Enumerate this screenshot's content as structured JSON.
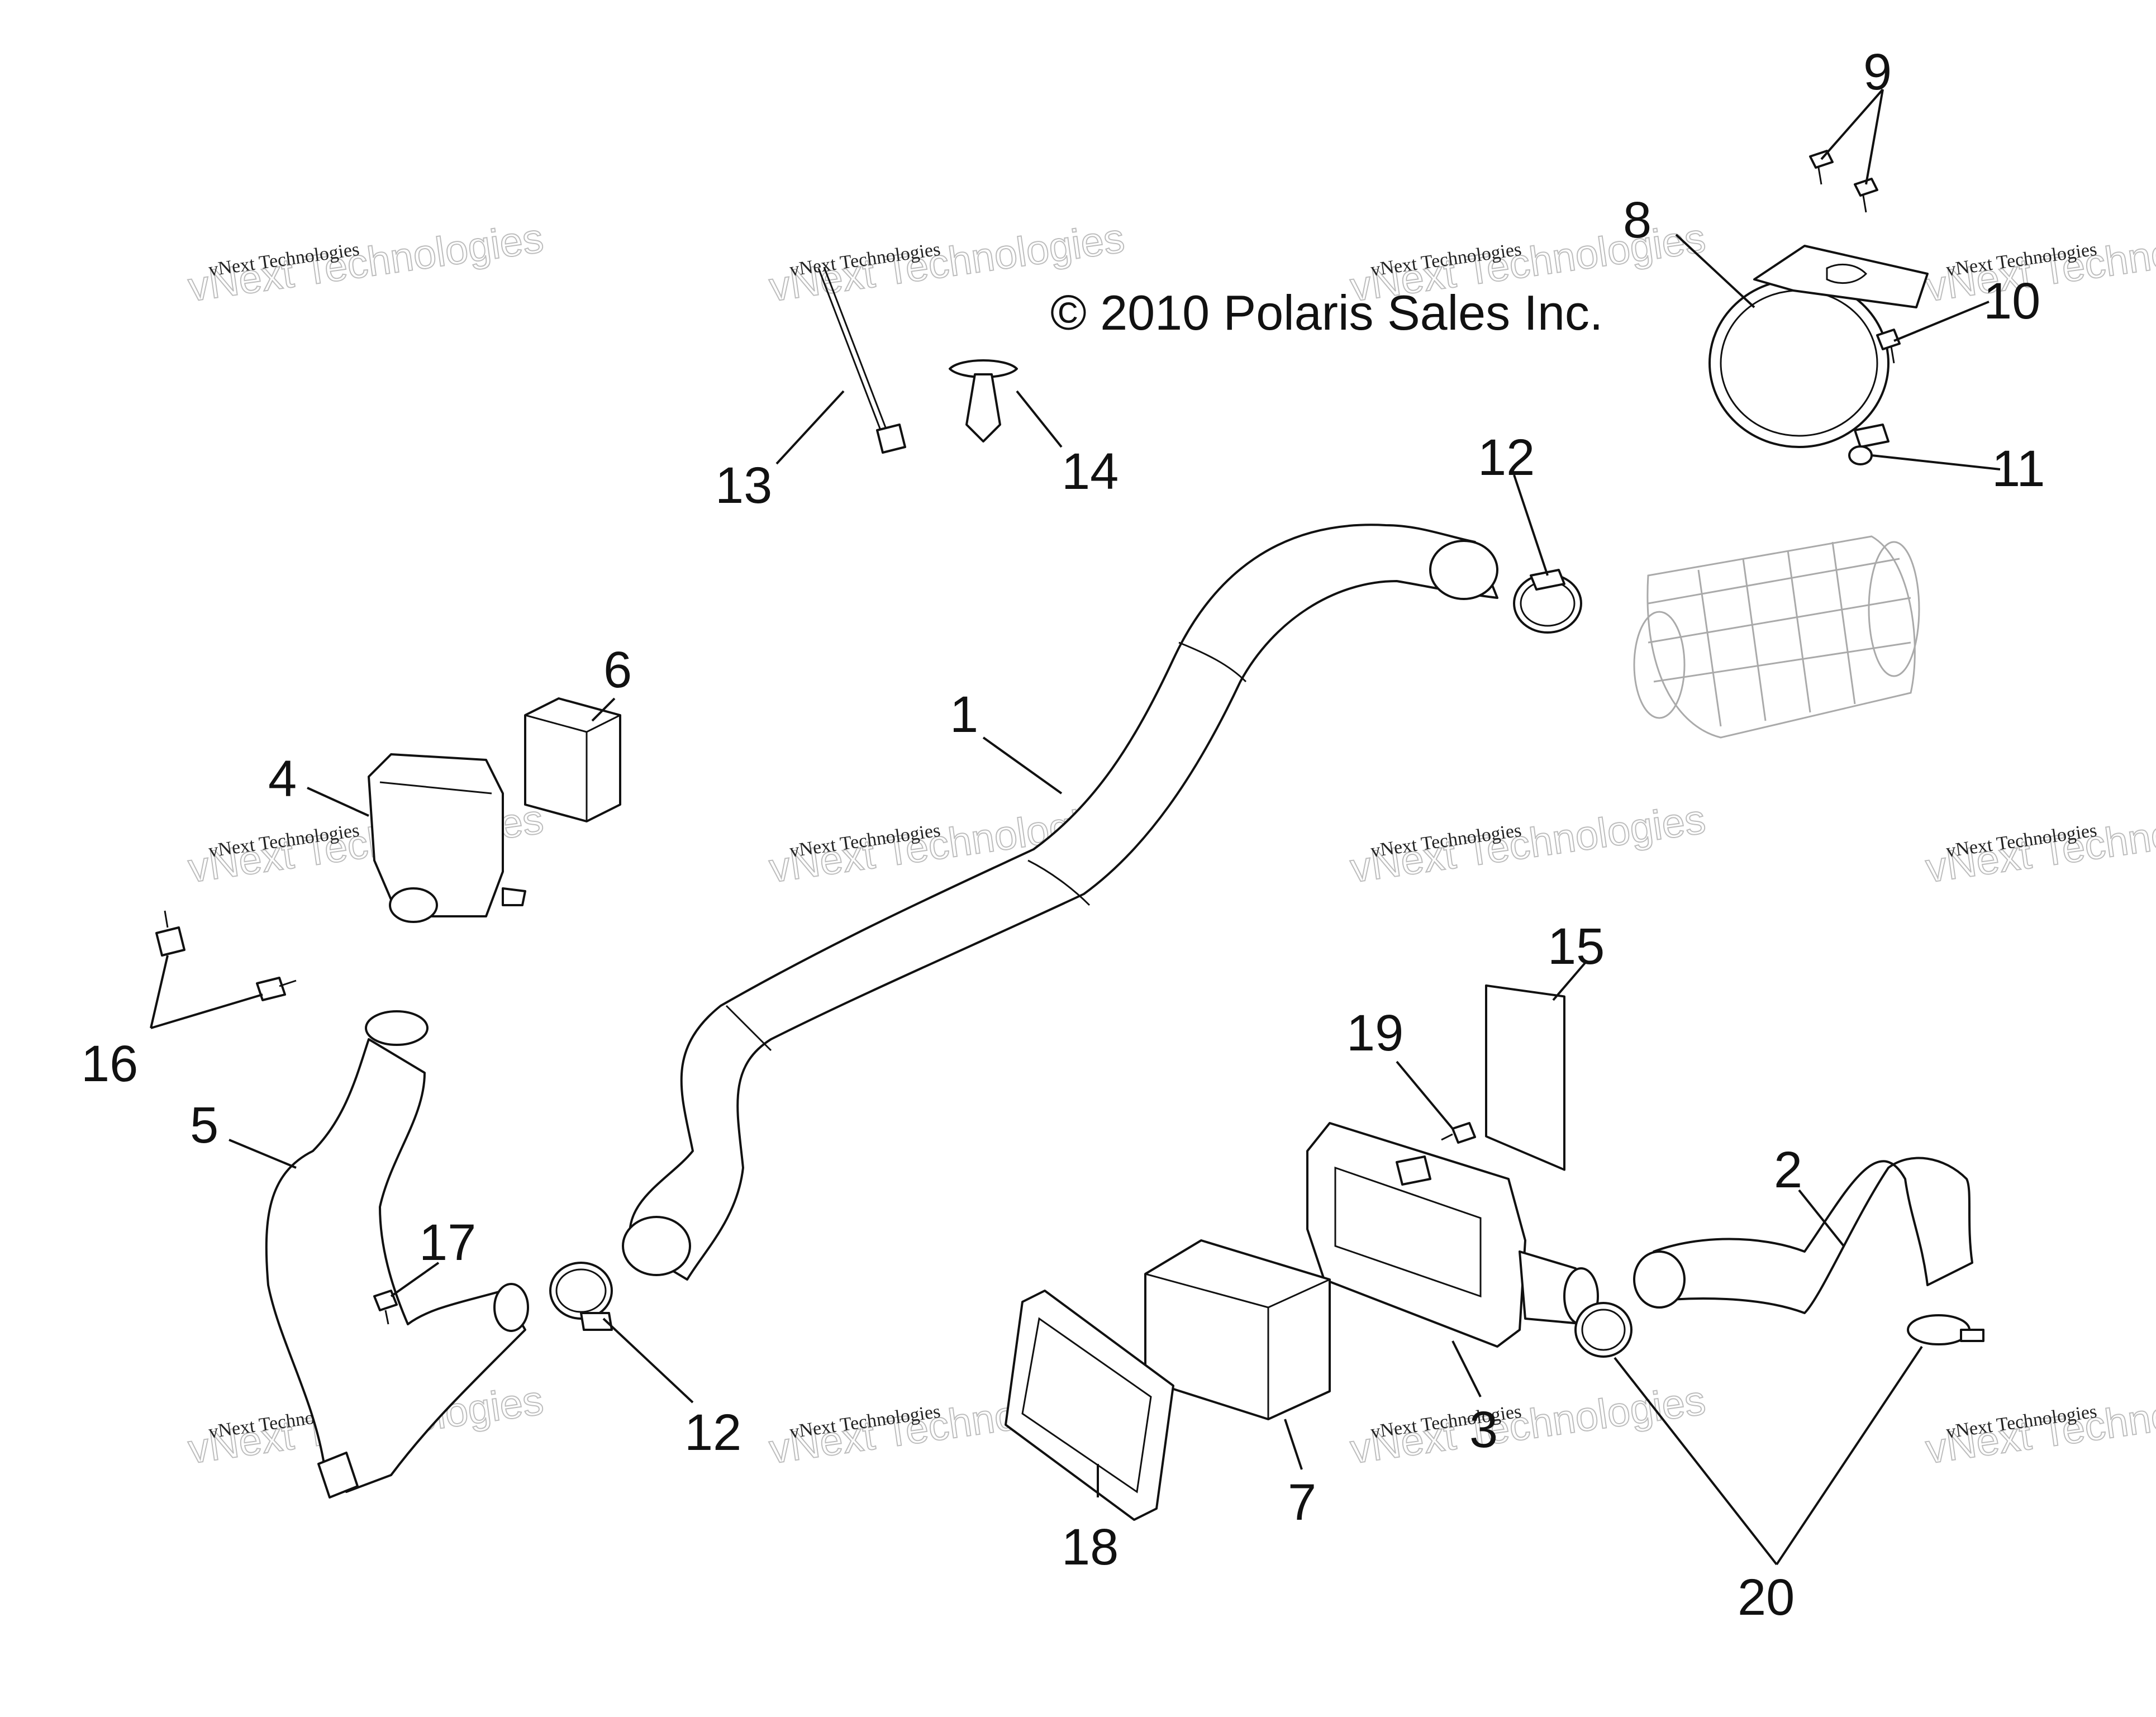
{
  "copyright": "© 2010 Polaris Sales Inc.",
  "watermark": {
    "line1": "vNext Technologies",
    "line2": "vNext Technologies"
  },
  "callouts": {
    "c1": "1",
    "c2": "2",
    "c3": "3",
    "c4": "4",
    "c5": "5",
    "c6": "6",
    "c7": "7",
    "c8": "8",
    "c9": "9",
    "c10": "10",
    "c11": "11",
    "c12a": "12",
    "c12b": "12",
    "c13": "13",
    "c14": "14",
    "c15": "15",
    "c16": "16",
    "c17": "17",
    "c18": "18",
    "c19": "19",
    "c20": "20"
  }
}
